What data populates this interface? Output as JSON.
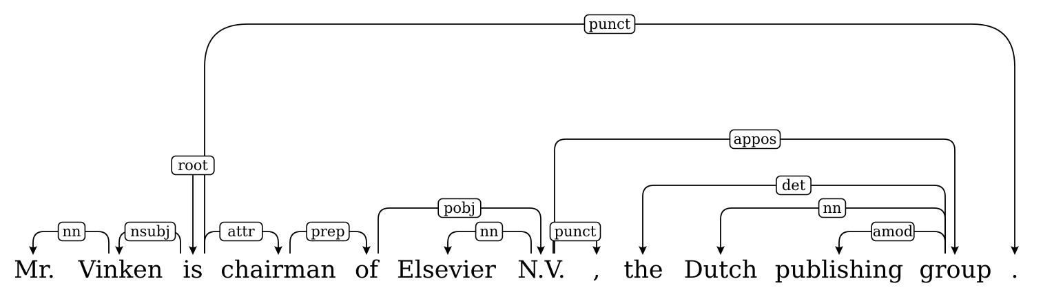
{
  "sentence": {
    "tokens": [
      "Mr.",
      "Vinken",
      "is",
      "chairman",
      "of",
      "Elsevier",
      "N.V.",
      ",",
      "the",
      "Dutch",
      "publishing",
      "group",
      "."
    ]
  },
  "dependencies": [
    {
      "label": "nn",
      "head": 1,
      "dependent": 0
    },
    {
      "label": "nsubj",
      "head": 2,
      "dependent": 1
    },
    {
      "label": "root",
      "head": null,
      "dependent": 2
    },
    {
      "label": "attr",
      "head": 2,
      "dependent": 3
    },
    {
      "label": "prep",
      "head": 3,
      "dependent": 4
    },
    {
      "label": "pobj",
      "head": 4,
      "dependent": 6
    },
    {
      "label": "nn",
      "head": 6,
      "dependent": 5
    },
    {
      "label": "punct",
      "head": 6,
      "dependent": 7
    },
    {
      "label": "appos",
      "head": 6,
      "dependent": 11
    },
    {
      "label": "det",
      "head": 11,
      "dependent": 8
    },
    {
      "label": "nn",
      "head": 11,
      "dependent": 9
    },
    {
      "label": "amod",
      "head": 11,
      "dependent": 10
    },
    {
      "label": "punct",
      "head": 2,
      "dependent": 12
    }
  ]
}
